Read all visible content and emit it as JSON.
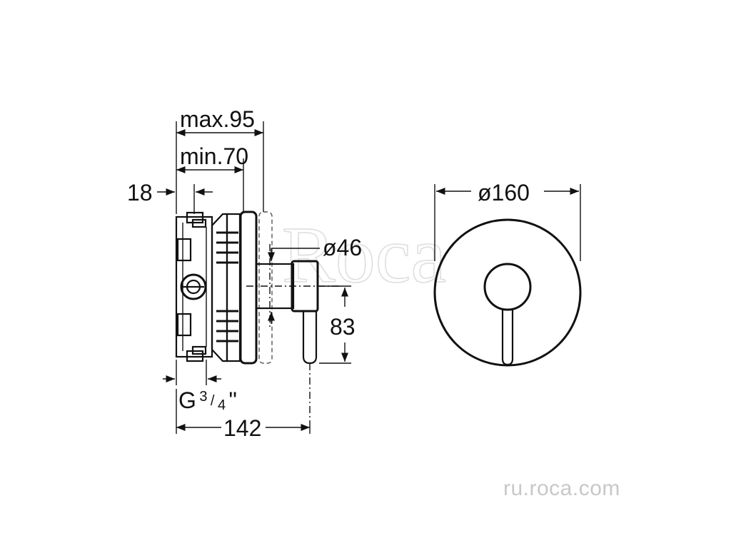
{
  "dimensions": {
    "max_depth": "max.95",
    "min_depth": "min.70",
    "offset": "18",
    "handle_diameter": "ø46",
    "lever_height": "83",
    "thread_prefix": "G",
    "thread_num": "3",
    "thread_sep": "/",
    "thread_den": "4",
    "thread_suffix": "\"",
    "total_length": "142",
    "plate_diameter": "ø160"
  },
  "watermark": {
    "logo_text": "Roca",
    "url": "ru.roca.com"
  },
  "colors": {
    "line": "#111111",
    "watermark": "#c8c8c8"
  }
}
